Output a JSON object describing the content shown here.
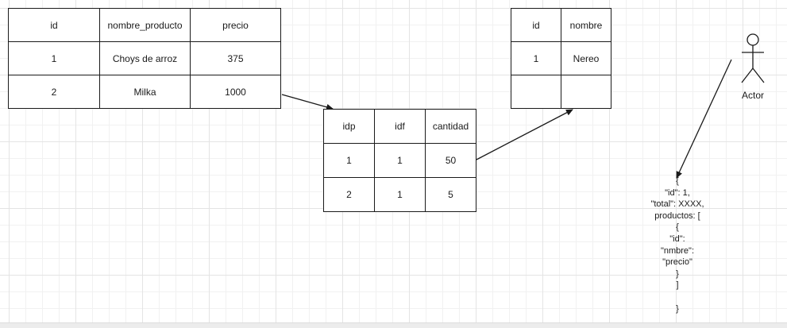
{
  "productos": {
    "headers": [
      "id",
      "nombre_producto",
      "precio"
    ],
    "rows": [
      [
        "1",
        "Choys de arroz",
        "375"
      ],
      [
        "2",
        "Milka",
        "1000"
      ]
    ]
  },
  "detalle": {
    "headers": [
      "idp",
      "idf",
      "cantidad"
    ],
    "rows": [
      [
        "1",
        "1",
        "50"
      ],
      [
        "2",
        "1",
        "5"
      ]
    ]
  },
  "clientes": {
    "headers": [
      "id",
      "nombre"
    ],
    "rows": [
      [
        "1",
        "Nereo"
      ],
      [
        "",
        ""
      ]
    ]
  },
  "actor": {
    "label": "Actor"
  },
  "json_lines": [
    "{",
    "\"id\": 1,",
    "\"total\": XXXX,",
    "productos: [",
    "{",
    "\"id\":",
    "\"nmbre\":",
    "\"precio\"",
    "}",
    "]",
    "",
    "}"
  ]
}
